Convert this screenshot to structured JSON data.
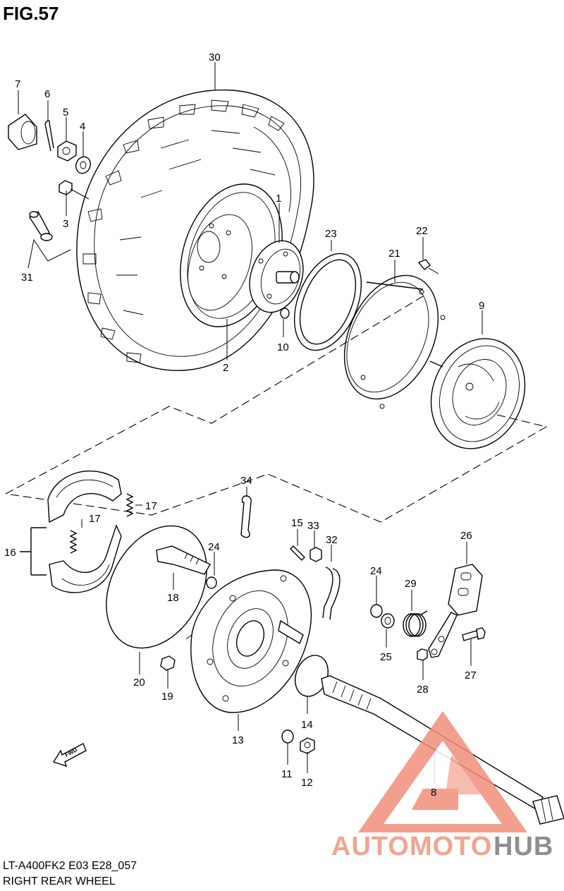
{
  "figure": {
    "title": "FIG.57"
  },
  "footer": {
    "model_code": "LT-A400FK2 E03 E28_057",
    "caption": "RIGHT REAR WHEEL"
  },
  "watermark": {
    "brand_a": "AUTOMOTO",
    "brand_b": "HUB",
    "colors": {
      "logo": "#f0907a",
      "brand_a": "#f2a48f",
      "brand_b": "#8f8f8f"
    }
  },
  "callouts": {
    "c1": "1",
    "c2": "2",
    "c3": "3",
    "c4": "4",
    "c5": "5",
    "c6": "6",
    "c7": "7",
    "c8": "8",
    "c9": "9",
    "c10": "10",
    "c11": "11",
    "c12": "12",
    "c13": "13",
    "c14": "14",
    "c15": "15",
    "c16": "16",
    "c17a": "17",
    "c17b": "17",
    "c18": "18",
    "c19": "19",
    "c20": "20",
    "c21": "21",
    "c22": "22",
    "c23": "23",
    "c24a": "24",
    "c24b": "24",
    "c25": "25",
    "c26": "26",
    "c27": "27",
    "c28": "28",
    "c29": "29",
    "c30": "30",
    "c31": "31",
    "c32": "32",
    "c33": "33",
    "c34": "34"
  },
  "direction_marker": {
    "label": "FWD",
    "icon": "arrow-left-down-icon"
  }
}
